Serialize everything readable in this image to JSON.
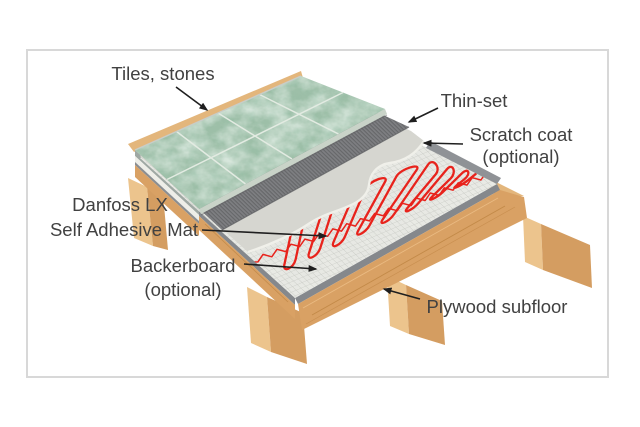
{
  "labels": {
    "tiles": {
      "text": "Tiles, stones"
    },
    "thinset": {
      "text": "Thin-set"
    },
    "scratch": {
      "line1": "Scratch coat",
      "line2": "(optional)"
    },
    "mat": {
      "line1": "Danfoss LX",
      "line2": "Self Adhesive Mat"
    },
    "backerboard": {
      "line1": "Backerboard",
      "line2": "(optional)"
    },
    "plywood": {
      "text": "Plywood subfloor"
    }
  },
  "colors": {
    "cable_red": "#e8231c",
    "tile_green": "#9dbfa8",
    "grout": "#e3ebe2",
    "thinset": "#7e7f82",
    "thinset_rib": "#666769",
    "scratch": "#d6d6d0",
    "scratch_edge": "#f0f0ea",
    "mat": "#e9eae5",
    "mat_grid": "#c6c8c2",
    "backerboard": "#85888c",
    "wood": "#d9a164",
    "wood_grain": "#bb813f",
    "wood_light": "#ecc48d",
    "wood_mid": "#d49d61",
    "wood_sliver": "#e3b67c",
    "text": "#414141",
    "border": "#d8d8d8",
    "arrow": "#1f1f1f"
  }
}
